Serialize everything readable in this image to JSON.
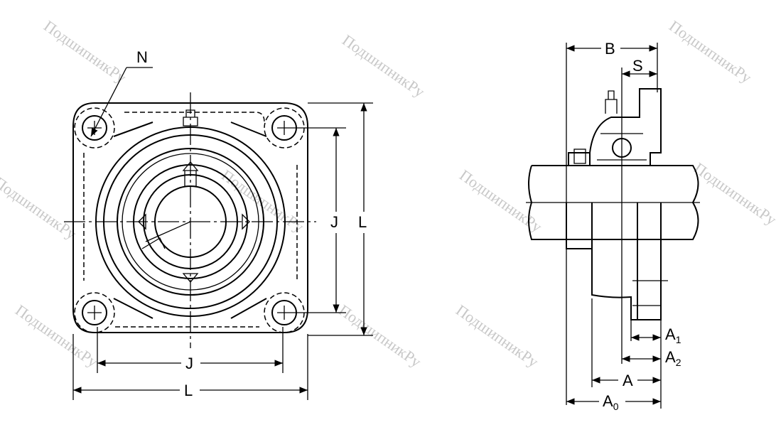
{
  "watermark": "ПодшипникРу",
  "front_view": {
    "labels": {
      "n": "N",
      "j_horizontal": "J",
      "l_horizontal": "L",
      "j_vertical": "J",
      "l_vertical": "L"
    }
  },
  "side_view": {
    "labels": {
      "b": "B",
      "s": "S",
      "a1": "A",
      "a1_sub": "1",
      "a2": "A",
      "a2_sub": "2",
      "a": "A",
      "a0": "A",
      "a0_sub": "0"
    }
  }
}
